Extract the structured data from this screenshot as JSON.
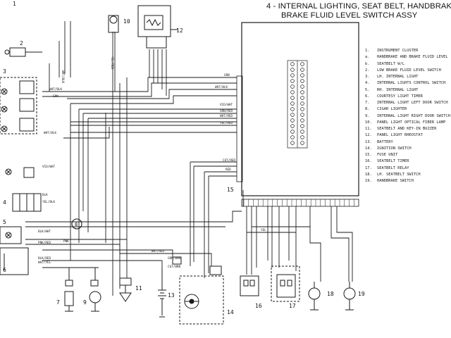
{
  "title": {
    "line1": "4 - INTERNAL LIGHTING, SEAT BELT, HANDBRAKE",
    "line2": "BRAKE FLUID LEVEL SWITCH ASSY"
  },
  "legend": [
    {
      "num": "1.",
      "label": "INSTRUMENT CLUSTER"
    },
    {
      "num": "a.",
      "label": "HANDBRAKE AND BRAKE FLUID LEVEL"
    },
    {
      "num": "b.",
      "label": "SEATBELT W/L"
    },
    {
      "num": "2.",
      "label": "LOW BRAKE FLUID LEVEL SWITCH"
    },
    {
      "num": "3.",
      "label": "LH. INTERNAL LIGHT"
    },
    {
      "num": "4.",
      "label": "INTERNAL LIGHTS CONTROL SWITCH"
    },
    {
      "num": "5.",
      "label": "RH. INTERNAL LIGHT"
    },
    {
      "num": "6.",
      "label": "COURTESY LIGHT TIMER"
    },
    {
      "num": "7.",
      "label": "INTERNAL LIGHT LEFT DOOR SWITCH"
    },
    {
      "num": "8.",
      "label": "CIGAR LIGHTER"
    },
    {
      "num": "9.",
      "label": "INTERNAL LIGHT RIGHT DOOR SWITCH"
    },
    {
      "num": "10.",
      "label": "PANEL LIGHT OPTICAL FIBER LAMP"
    },
    {
      "num": "11.",
      "label": "SEATBELT AND KEY-IN BUZZER"
    },
    {
      "num": "12.",
      "label": "PANEL LIGHT RHEOSTAT"
    },
    {
      "num": "13.",
      "label": "BATTERY"
    },
    {
      "num": "14.",
      "label": "IGNITION SWITCH"
    },
    {
      "num": "15.",
      "label": "FUSE UNIT"
    },
    {
      "num": "16.",
      "label": "SEATBELT TIMER"
    },
    {
      "num": "17.",
      "label": "SEATBELT RELAY"
    },
    {
      "num": "18.",
      "label": "LH. SEATBELT SWITCH"
    },
    {
      "num": "19.",
      "label": "HANDBRAKE SWITCH"
    }
  ],
  "callouts": [
    "1",
    "2",
    "3",
    "4",
    "5",
    "6",
    "7",
    "8",
    "9",
    "10",
    "11",
    "12",
    "13",
    "14",
    "15",
    "16",
    "17",
    "18",
    "19"
  ],
  "wire_labels": {
    "grn_w": "GRN",
    "yel_red": "YEL/RED",
    "wht_blk_1": "WHT/BLK",
    "wht_blk_2": "WHT/BLK",
    "wht_blk_3": "WHT/BLK",
    "wht_blk_4": "WHT/BLK",
    "grn": "GRN",
    "vio_wht_1": "VIO/WHT",
    "vio_wht_2": "VIO/WHT",
    "grn_red": "GRN/RED",
    "wht_red": "WHT/RED",
    "yel_red_2": "YEL/RED",
    "cut_red": "CUT/RED",
    "red": "RED",
    "blk": "BLK",
    "yel_blk": "YEL/BLK",
    "blk_wht": "BLK/WHT",
    "yel": "YEL",
    "pnk_red": "PNK/RED",
    "wht_red_2": "WHT/RED",
    "grn_brn": "GRN/BRN",
    "cut_brn": "CUT/BRN",
    "blk_red": "BLK/RED",
    "wht_yel": "WHT/YEL",
    "pnk": "PNK"
  }
}
